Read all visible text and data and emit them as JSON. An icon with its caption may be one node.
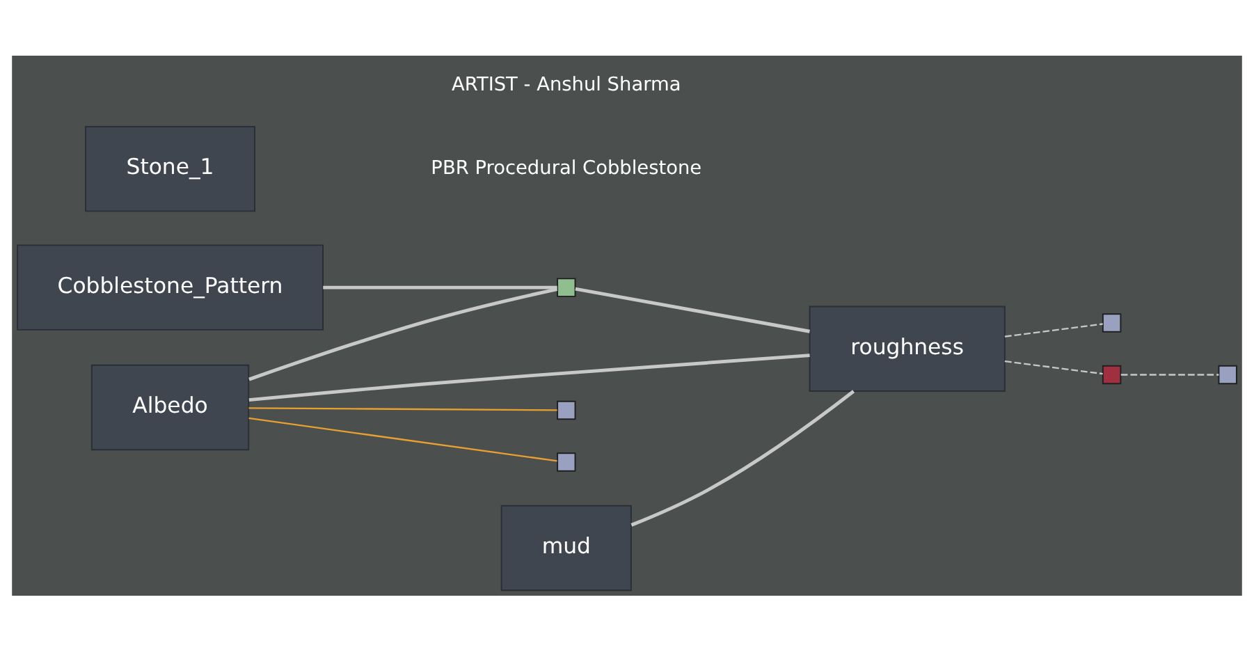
{
  "diagram": {
    "nodes": [
      {
        "text": [
          "Albedo"
        ]
      },
      {
        "text": [
          "Cobblestone_Pattern"
        ]
      },
      {
        "text": [
          "Stone_1"
        ]
      },
      {
        "text": [
          "roughness"
        ]
      },
      {
        "text": [
          "mud"
        ]
      },
      {
        "text": [],
        "shape": "box"
      },
      {
        "text": [],
        "shape": "box"
      },
      {
        "text": [],
        "shape": "box"
      },
      {
        "text": [],
        "shape": "box"
      },
      {
        "text": [],
        "shape": "box"
      },
      {
        "text": [],
        "shape": "box"
      }
    ],
    "edges": [
      {
        "from": 0,
        "to": 6,
        "arrow": "none",
        "color": "#e8a030"
      },
      {
        "from": 0,
        "to": 7,
        "arrow": "none",
        "color": "#e8a030"
      },
      {
        "from": 0,
        "to": 5,
        "arrow": "none"
      },
      {
        "from": 0,
        "to": 3,
        "arrow": "none"
      },
      {
        "from": 1,
        "to": 5,
        "arrow": "none"
      },
      {
        "from": 5,
        "to": 3,
        "arrow": "none"
      },
      {
        "from": 4,
        "to": 3,
        "arrow": "none"
      },
      {
        "from": 3,
        "to": 8,
        "arrow": "none",
        "style": "dashed"
      },
      {
        "from": 10,
        "to": 9,
        "arrow": "none",
        "style": "dashed"
      },
      {
        "from": 3,
        "to": 10,
        "arrow": "none",
        "style": "dashed"
      }
    ],
    "labels": [
      "PBR Procedural Cobblestone",
      "ARTIST - Anshul Sharma"
    ]
  }
}
